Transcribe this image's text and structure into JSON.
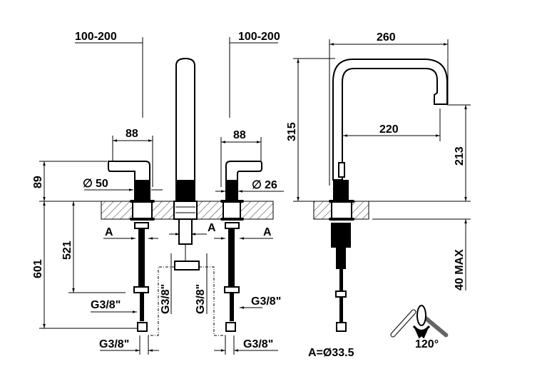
{
  "front_view": {
    "spacing_left": "100-200",
    "spacing_right": "100-200",
    "handle_width_left": "88",
    "handle_width_right": "88",
    "handle_height": "89",
    "diameter_left": "50",
    "diameter_right": "26",
    "diameter_symbol": "∅",
    "length_601": "601",
    "length_521": "521",
    "a_left": "A",
    "a_center": "A",
    "a_right": "A",
    "thread_left_upper": "G3/8\"",
    "thread_right_upper": "G3/8\"",
    "thread_left_lower": "G3/8\"",
    "thread_right_lower": "G3/8\"",
    "thread_center_left": "G3/8\"",
    "thread_center_right": "G3/8\""
  },
  "side_view": {
    "reach_total": "260",
    "height_total": "315",
    "reach_spout": "220",
    "height_spout": "213",
    "deck_max": "40 MAX",
    "a_note": "A=Ø33.5",
    "rotation": "120°"
  },
  "colors": {
    "line": "#000000",
    "background": "#ffffff"
  }
}
